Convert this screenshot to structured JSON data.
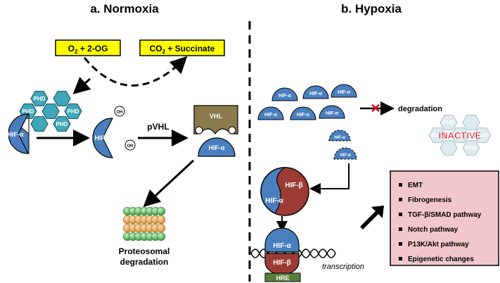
{
  "panels": {
    "normoxia_title": "a. Normoxia",
    "hypoxia_title": "b. Hypoxia"
  },
  "normoxia": {
    "substrates": {
      "o2": "O",
      "o2_sub": "2",
      "og": " + 2-OG"
    },
    "products": {
      "co2": "CO",
      "co2_sub": "2",
      "succ": " + Succinate"
    },
    "phd_label": "PHD",
    "hif_alpha": "HIF-α",
    "oh": "OH",
    "pvhl": "pVHL",
    "vhl": "VHL",
    "proteasome_line1": "Proteosomal",
    "proteasome_line2": "degradation"
  },
  "hypoxia": {
    "hif_alpha": "HIF-α",
    "hif_beta": "HIF-β",
    "degradation": "degradation",
    "inactive": "INACTIVE",
    "hre": "HRE",
    "transcription": "transcription",
    "outcomes": [
      "EMT",
      "Fibrogenesis",
      "TGF-β/SMAD pathway",
      "Notch pathway",
      "P13K/Akt pathway",
      "Epigenetic changes"
    ]
  },
  "colors": {
    "hif_alpha": "#4a7fbf",
    "hif_beta": "#9c3b34",
    "phd": "#3fa7b9",
    "vhl": "#8a7a4c",
    "highlight_box": "#ffff00",
    "outcome_box": "#f2c7cb",
    "hre": "#5a7f3a"
  }
}
